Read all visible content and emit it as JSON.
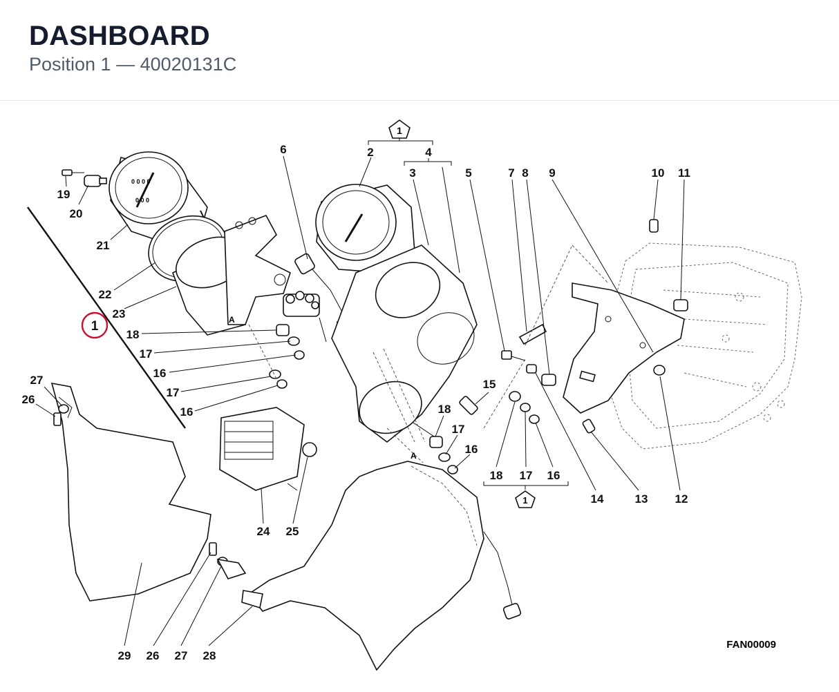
{
  "header": {
    "title": "DASHBOARD",
    "subtitle": "Position 1 — 40020131C"
  },
  "diagram": {
    "code": "FAN00009",
    "position_marker": "1",
    "kit_marker": "1",
    "ref_a": "A",
    "callouts": [
      "1",
      "2",
      "3",
      "4",
      "5",
      "6",
      "7",
      "8",
      "9",
      "10",
      "11",
      "12",
      "13",
      "14",
      "15",
      "16",
      "17",
      "18",
      "19",
      "20",
      "21",
      "22",
      "23",
      "24",
      "25",
      "26",
      "27",
      "28",
      "29"
    ]
  },
  "colors": {
    "accent": "#c8102e",
    "title": "#141c2e",
    "subtitle": "#4f5a6b"
  }
}
